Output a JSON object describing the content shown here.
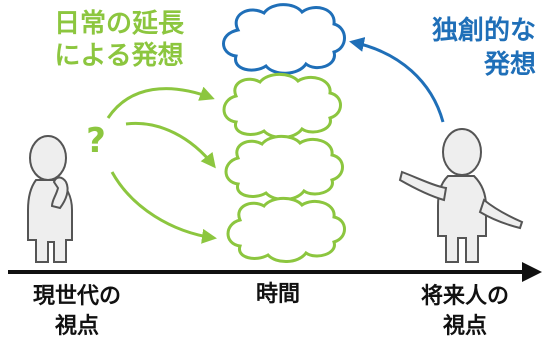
{
  "labels": {
    "conventional": [
      "日常の延長",
      "による発想"
    ],
    "creative": [
      "独創的な",
      "発想"
    ],
    "current_view": [
      "現世代の",
      "視点"
    ],
    "time": "時間",
    "future_view": [
      "将来人の",
      "視点"
    ],
    "question_mark": "?"
  },
  "colors": {
    "green": "#8cc63f",
    "blue": "#1f6fb8",
    "black": "#111111",
    "outline": "#444444"
  }
}
